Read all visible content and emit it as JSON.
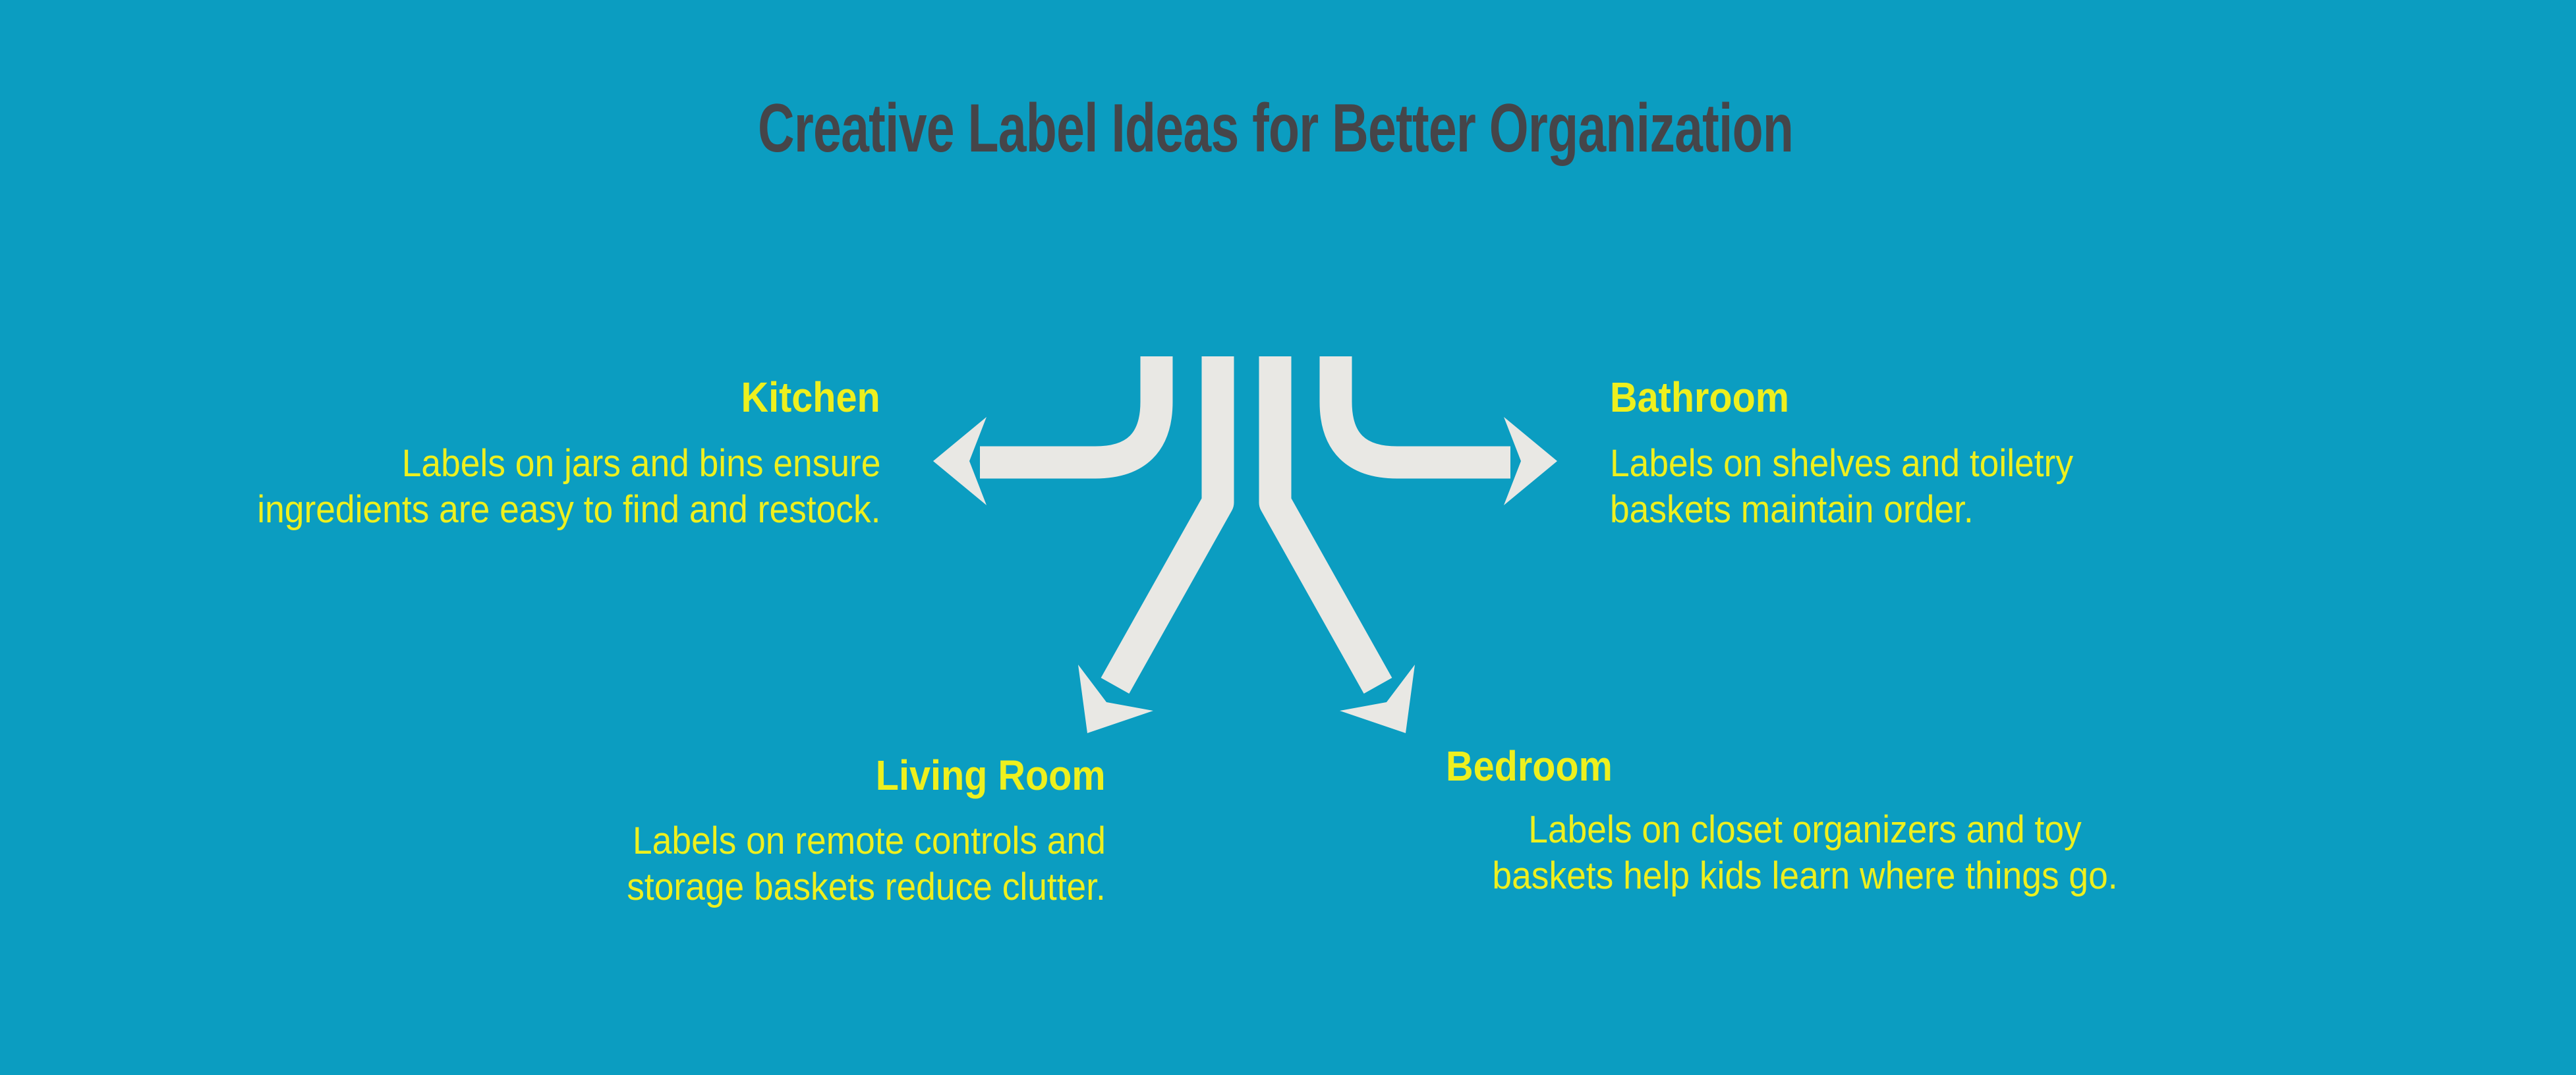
{
  "title": "Creative Label Ideas for Better Organization",
  "colors": {
    "background": "#0b9dc1",
    "title_text": "#454549",
    "accent_yellow": "#eef01e",
    "arrow_gray": "#e9e8e4"
  },
  "sections": [
    {
      "id": "kitchen",
      "label": "Kitchen",
      "lines": [
        "Labels on jars and bins ensure",
        "ingredients are easy to find and restock."
      ],
      "alignment": "right",
      "arrow_direction": "left"
    },
    {
      "id": "bathroom",
      "label": "Bathroom",
      "lines": [
        "Labels on shelves and toiletry",
        "baskets maintain order."
      ],
      "alignment": "left",
      "arrow_direction": "right"
    },
    {
      "id": "living_room",
      "label": "Living Room",
      "lines": [
        "Labels on remote controls and",
        "storage baskets reduce clutter."
      ],
      "alignment": "right",
      "arrow_direction": "down-left"
    },
    {
      "id": "bedroom",
      "label": "Bedroom",
      "lines": [
        "Labels on closet organizers and toy",
        "baskets help kids learn where things go."
      ],
      "alignment": "left",
      "arrow_direction": "down-right"
    }
  ],
  "icons": [
    "left-arrow-icon",
    "right-arrow-icon",
    "down-left-arrow-icon",
    "down-right-arrow-icon"
  ]
}
